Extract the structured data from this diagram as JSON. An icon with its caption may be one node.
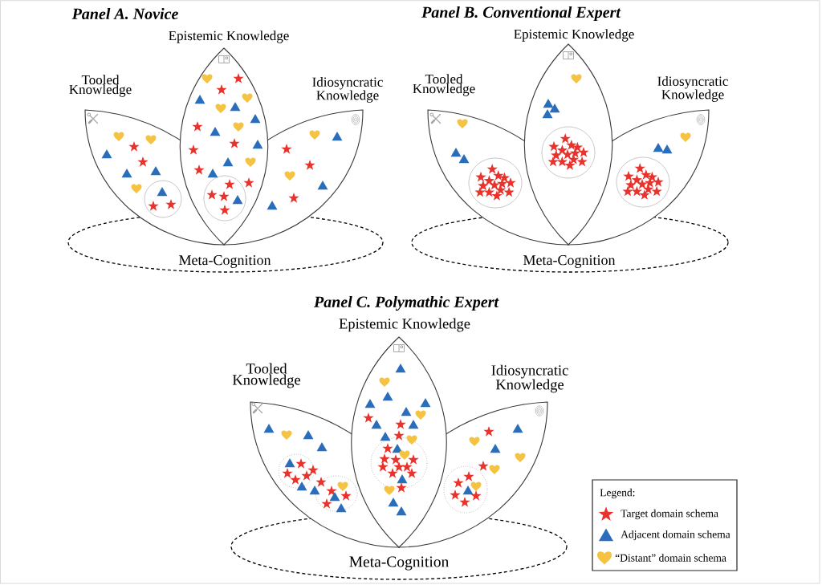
{
  "diagram": {
    "nodes": [
      {
        "text": [
          "Tooled Knowledge"
        ]
      },
      {
        "text": [
          "Epistemic Knowledge"
        ]
      },
      {
        "text": [
          "Idiosyncratic Knowledge"
        ]
      },
      {
        "text": [
          "Meta-Cognition"
        ]
      },
      {
        "text": [
          "Tooled Knowledge"
        ]
      },
      {
        "text": [
          "Epistemic Knowledge"
        ]
      },
      {
        "text": [
          "Idiosyncratic Knowledge"
        ]
      },
      {
        "text": [
          "Meta-Cognition"
        ]
      },
      {
        "text": [
          "Tooled Knowledge"
        ]
      },
      {
        "text": [
          "Epistemic Knowledge"
        ]
      },
      {
        "text": [
          "Idiosyncratic Knowledge"
        ]
      },
      {
        "text": [
          "Meta-Cognition"
        ]
      }
    ],
    "labels": [
      "Panel A. Novice",
      "Panel B. Conventional Expert",
      "Panel C. Polymathic Expert",
      "Legend:"
    ],
    "legend": [
      {
        "text": "Target domain schema"
      },
      {
        "text": "Adjacent domain schema"
      },
      {
        "text": "“Distant” domain schema"
      }
    ]
  }
}
